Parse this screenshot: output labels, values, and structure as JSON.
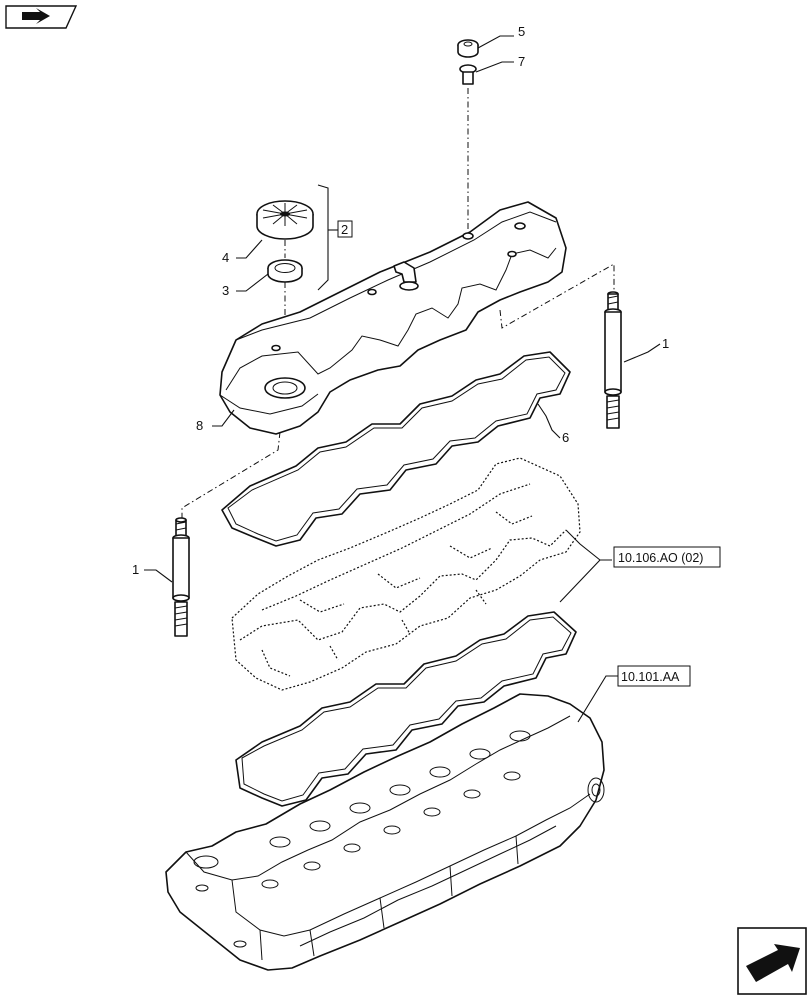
{
  "callouts": {
    "c1_right": "1",
    "c1_left": "1",
    "c2": "2",
    "c3": "3",
    "c4": "4",
    "c5": "5",
    "c6": "6",
    "c7": "7",
    "c8": "8"
  },
  "references": {
    "ref_cylinder_head_gasket": "10.106.AO (02)",
    "ref_cylinder_head": "10.101.AA"
  },
  "icons": {
    "top_left": "forward-arrow-icon",
    "bottom_right": "next-page-arrow-icon"
  }
}
